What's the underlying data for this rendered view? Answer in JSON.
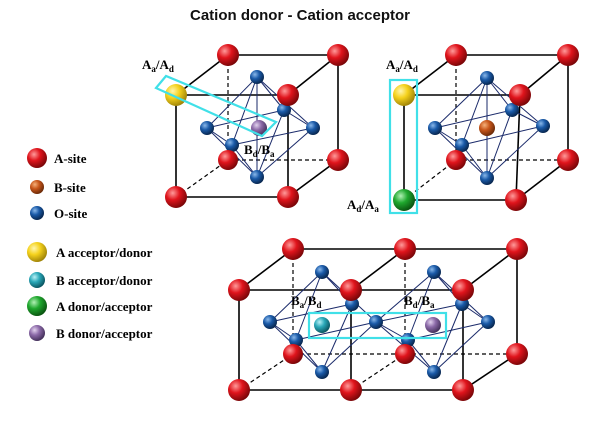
{
  "title": "Cation donor - Cation acceptor",
  "colors": {
    "a_site": "#e0141c",
    "b_site": "#c8561a",
    "o_site": "#1a5aa8",
    "a_acceptor": "#f5d21c",
    "b_acceptor": "#2aa8b8",
    "a_donor": "#1fa82e",
    "b_donor": "#8c6aa8",
    "highlight": "#40e0e8",
    "bond": "#1a2a6a"
  },
  "legend": {
    "a_site": "A-site",
    "b_site": "B-site",
    "o_site": "O-site",
    "a_acceptor_donor": "A acceptor/donor",
    "b_acceptor_donor": "B acceptor/donor",
    "a_donor_acceptor": "A donor/acceptor",
    "b_donor_acceptor": "B donor/acceptor"
  },
  "labels": {
    "c1_aa": {
      "main1": "A",
      "sub1": "a",
      "slash": "/",
      "main2": "A",
      "sub2": "d"
    },
    "c1_bd": {
      "main1": "B",
      "sub1": "d",
      "slash": "/",
      "main2": "B",
      "sub2": "a"
    },
    "c2_aa": {
      "main1": "A",
      "sub1": "a",
      "slash": "/",
      "main2": "A",
      "sub2": "d"
    },
    "c2_ad": {
      "main1": "A",
      "sub1": "d",
      "slash": "/",
      "main2": "A",
      "sub2": "a"
    },
    "c3_ba": {
      "main1": "B",
      "sub1": "a",
      "slash": "/",
      "main2": "B",
      "sub2": "d"
    },
    "c3_bd": {
      "main1": "B",
      "sub1": "d",
      "slash": "/",
      "main2": "B",
      "sub2": "a"
    }
  }
}
